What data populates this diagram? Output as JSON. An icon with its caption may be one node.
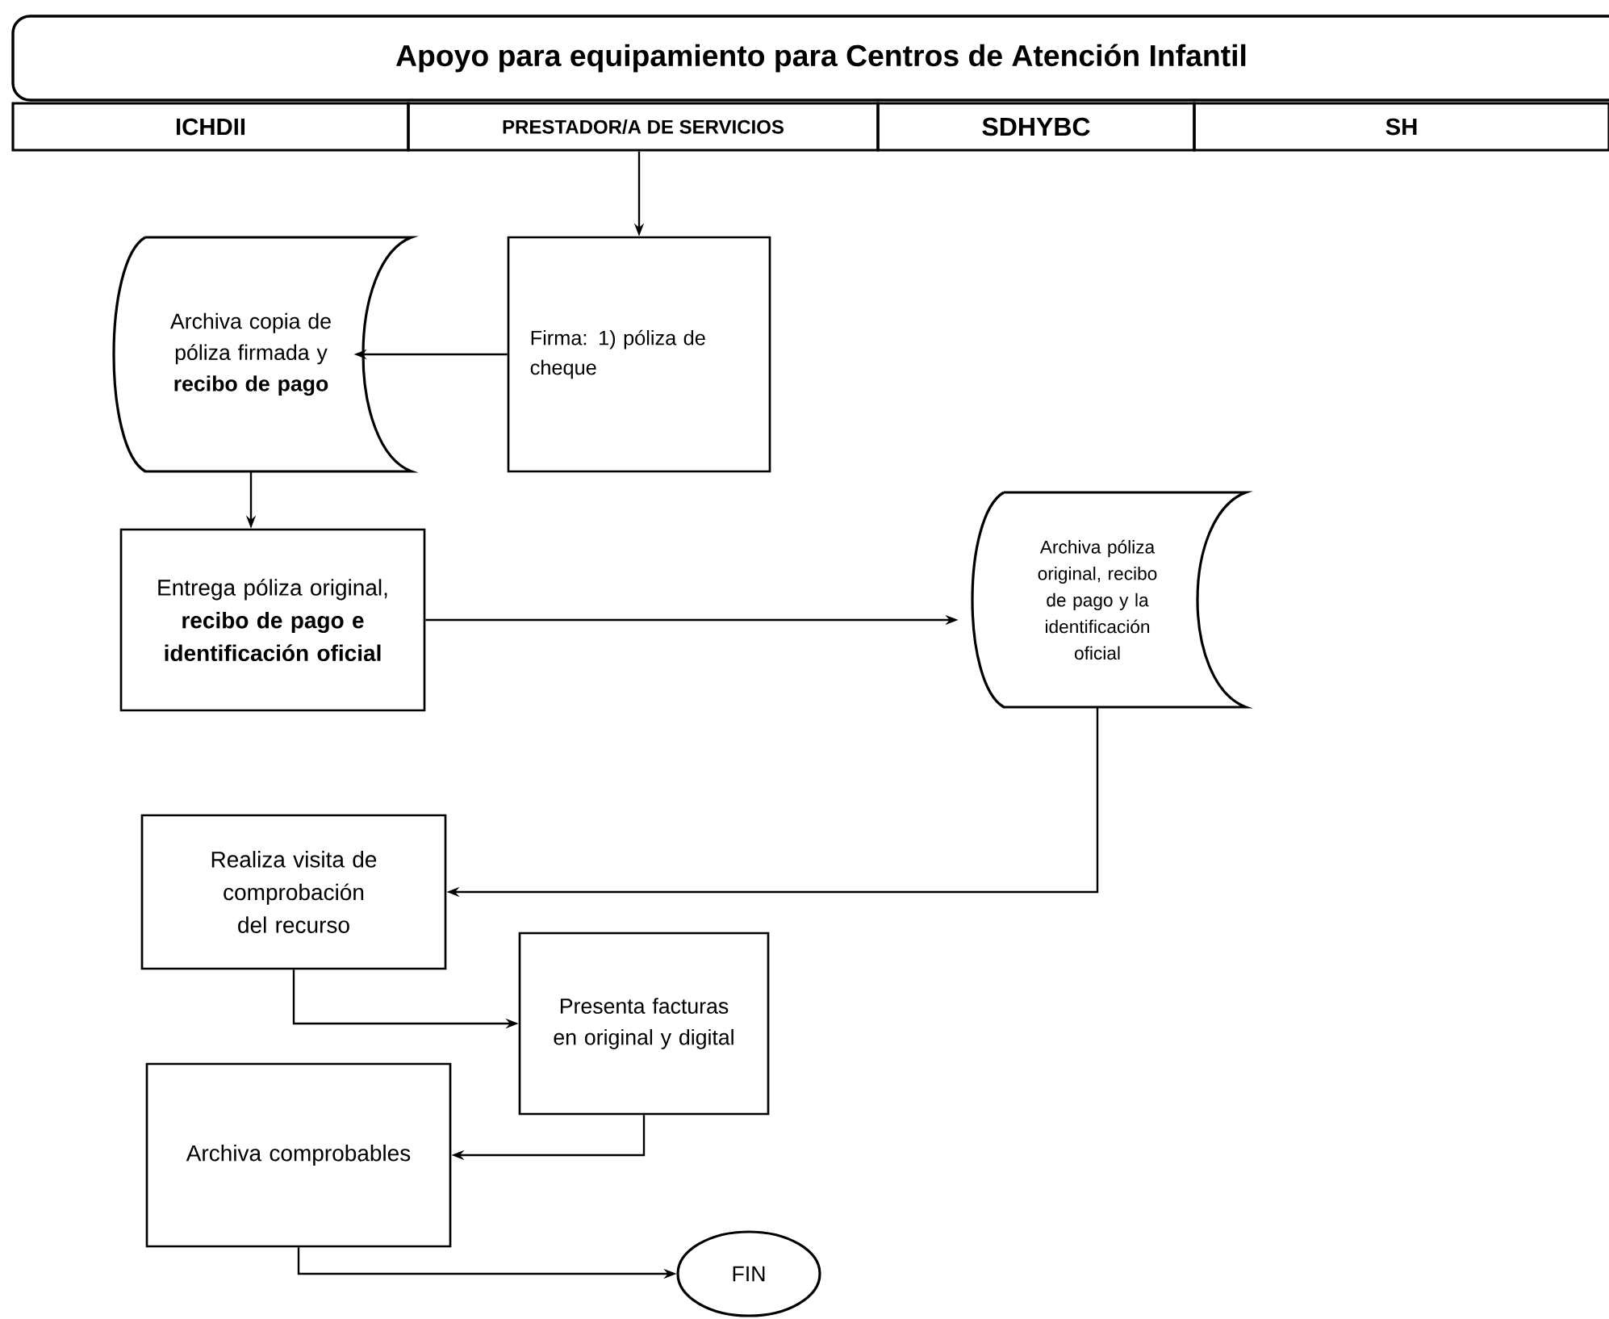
{
  "diagram": {
    "title": "Apoyo para equipamiento para Centros de Atención Infantil",
    "nodes": [
      {
        "text": [
          "ICHDII"
        ]
      },
      {
        "text": [
          "PRESTADOR/A DE SERVICIOS"
        ]
      },
      {
        "text": [
          "SDHYBC"
        ]
      },
      {
        "text": [
          "SH"
        ]
      },
      {
        "text": [
          "Archiva copia de póliza firmada y **recibo de pago**"
        ]
      },
      {
        "text": [
          "Firma: 1) póliza de cheque"
        ]
      },
      {
        "text": [
          "Entrega póliza original, **recibo de pago e identificación oficial**"
        ]
      },
      {
        "text": [
          "Archiva póliza original, recibo de pago y la identificación oficial"
        ]
      },
      {
        "text": [
          "Realiza visita de comprobación del recurso"
        ]
      },
      {
        "text": [
          "Presenta facturas en original y digital"
        ]
      },
      {
        "text": [
          "Archiva comprobables"
        ]
      },
      {
        "text": [
          "FIN"
        ]
      }
    ],
    "edges": [
      {
        "from": 1,
        "to": 5,
        "arrow": "to"
      },
      {
        "from": 5,
        "to": 4,
        "arrow": "to"
      },
      {
        "from": 4,
        "to": 6,
        "arrow": "to"
      },
      {
        "from": 6,
        "to": 7,
        "arrow": "to"
      },
      {
        "from": 7,
        "to": 8,
        "arrow": "to"
      },
      {
        "from": 8,
        "to": 9,
        "arrow": "to"
      },
      {
        "from": 9,
        "to": 10,
        "arrow": "to"
      },
      {
        "from": 10,
        "to": 11,
        "arrow": "to"
      }
    ]
  }
}
